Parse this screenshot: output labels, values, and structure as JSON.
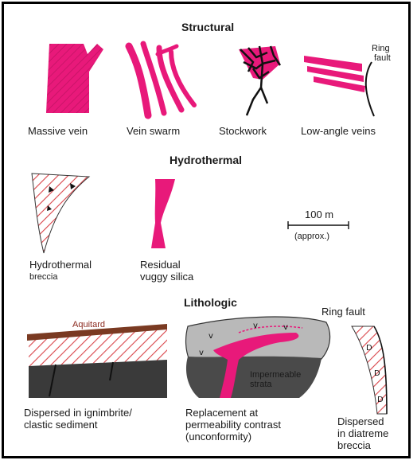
{
  "headings": {
    "structural": "Structural",
    "hydrothermal": "Hydrothermal",
    "lithologic": "Lithologic"
  },
  "structural": {
    "massive_vein": "Massive vein",
    "vein_swarm": "Vein swarm",
    "stockwork": "Stockwork",
    "low_angle_veins": "Low-angle veins",
    "ring_fault_1": "Ring",
    "ring_fault_2": "fault"
  },
  "hydrothermal": {
    "breccia_1": "Hydrothermal",
    "breccia_2": "breccia",
    "silica_1": "Residual",
    "silica_2": "vuggy silica",
    "scale_value": "100 m",
    "scale_note": "(approx.)"
  },
  "lithologic": {
    "aquitard": "Aquitard",
    "ring_fault": "Ring fault",
    "impermeable_1": "Impermeable",
    "impermeable_2": "strata",
    "dispersed_1": "Dispersed in ignimbrite/",
    "dispersed_2": "clastic sediment",
    "replacement_1": "Replacement at",
    "replacement_2": "permeability contrast",
    "replacement_3": "(unconformity)",
    "diatreme_1": "Dispersed",
    "diatreme_2": "in diatreme",
    "diatreme_3": "breccia"
  },
  "colors": {
    "vein": "#e8197a",
    "hatch": "#d9454a",
    "aquitard": "#7a3a22",
    "dark_rock": "#3a3a3a",
    "grey_rock": "#b9b9b9"
  }
}
